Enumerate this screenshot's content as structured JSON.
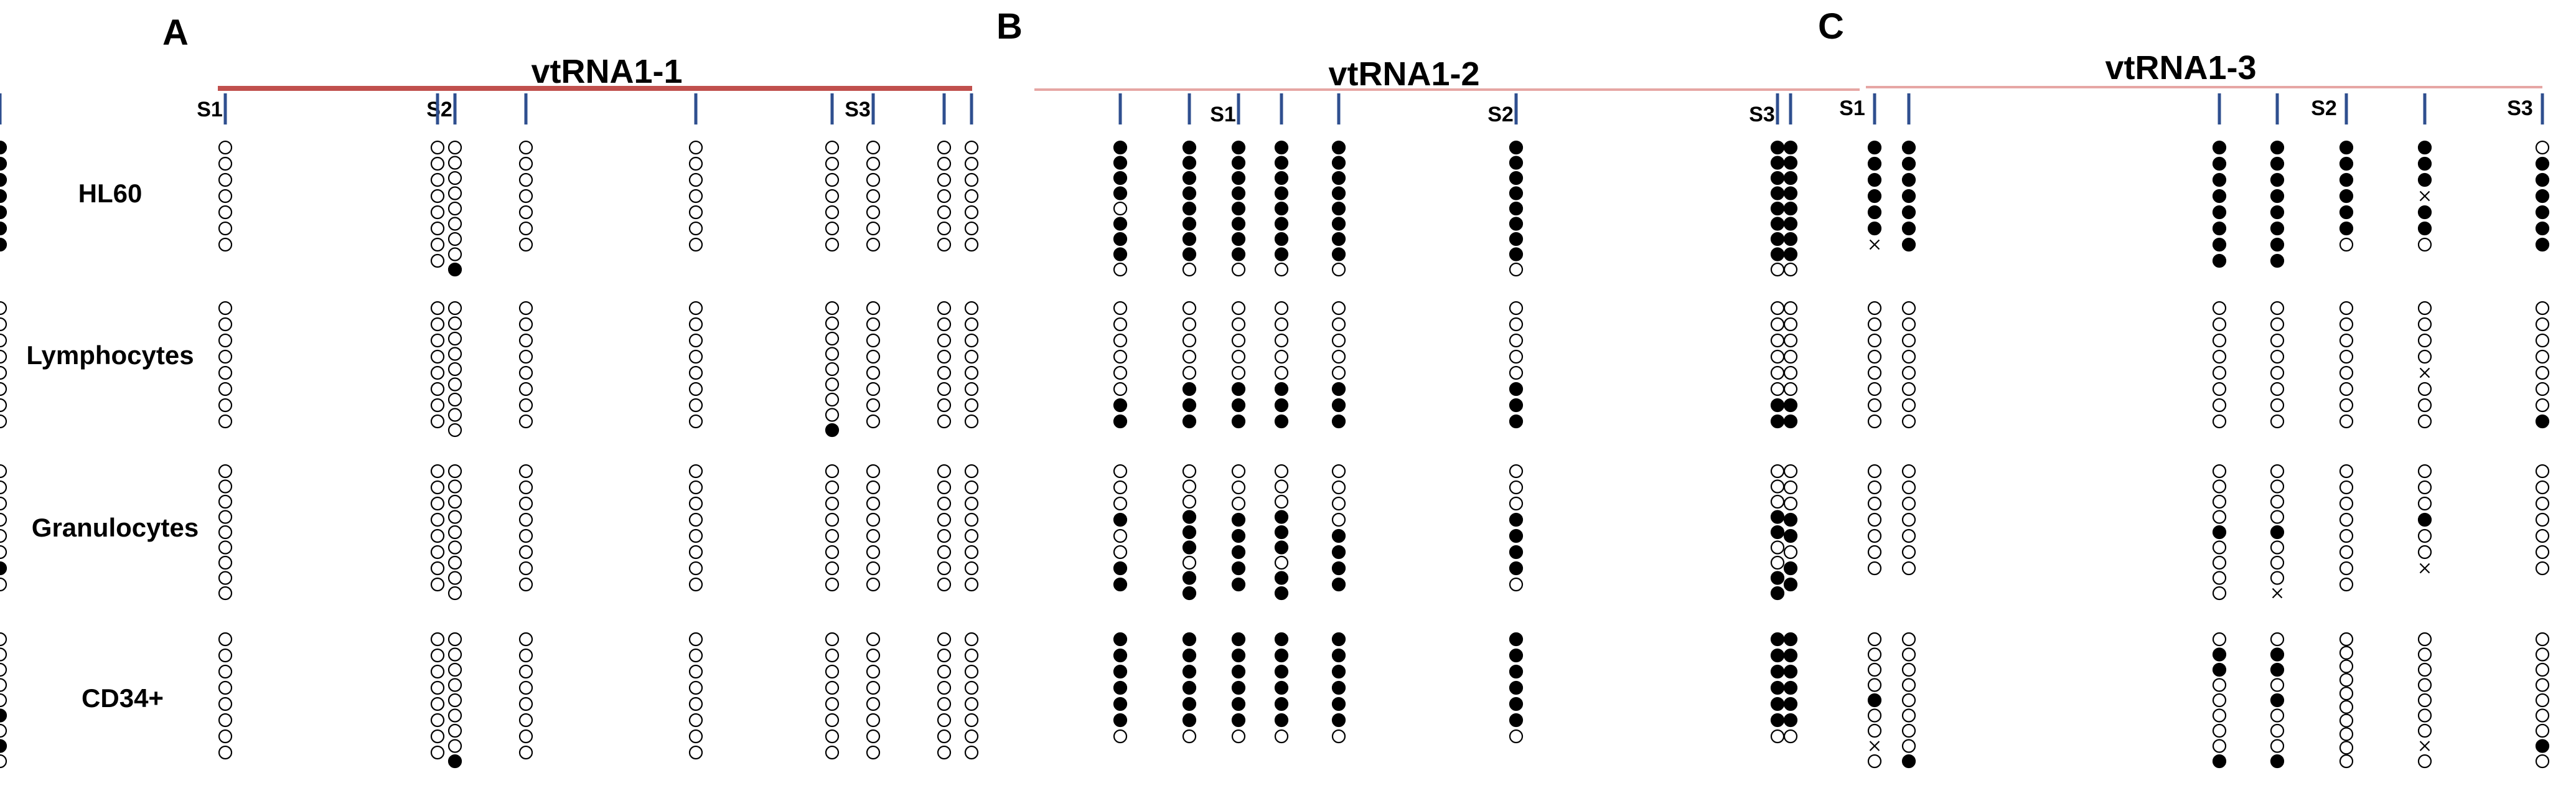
{
  "row_labels": [
    "HL60",
    "Lymphocytes",
    "Granulocytes",
    "CD34+"
  ],
  "panels": [
    {
      "letter": "A",
      "title": "vtRNA1-1",
      "line_color": "#c0504d",
      "site_labels": [
        {
          "text": "S1",
          "col": 0
        },
        {
          "text": "S2",
          "col": 2
        },
        {
          "text": "S3",
          "col": 6
        }
      ],
      "columns": [
        [
          "0000000",
          "00000000",
          "000000000",
          "00000000"
        ],
        [
          "00000000",
          "00000000",
          "00000000",
          "00000000"
        ],
        [
          "000000001",
          "000000000",
          "000000000",
          "000000001"
        ],
        [
          "0000000",
          "00000000",
          "00000000",
          "00000000"
        ],
        [
          "0000000",
          "00000000",
          "00000000",
          "00000000"
        ],
        [
          "0000000",
          "000000001",
          "00000000",
          "00000000"
        ],
        [
          "0000000",
          "00000000",
          "00000000",
          "00000000"
        ],
        [
          "0000000",
          "00000000",
          "00000000",
          "00000000"
        ],
        [
          "0000000",
          "00000000",
          "00000000",
          "00000000"
        ]
      ]
    },
    {
      "letter": "B",
      "title": "vtRNA1-2",
      "line_color": "#e6a6a4",
      "site_labels": [
        {
          "text": "S1",
          "col": 2
        },
        {
          "text": "S2",
          "col": 5
        },
        {
          "text": "S3",
          "col": 6
        }
      ],
      "columns": [
        [
          "111101110",
          "00000011",
          "00010011",
          "1111110"
        ],
        [
          "111111110",
          "00000111",
          "000111011",
          "1111110"
        ],
        [
          "111111110",
          "00000111",
          "00011111",
          "1111110"
        ],
        [
          "111111110",
          "00000111",
          "000111011",
          "1111110"
        ],
        [
          "111111110",
          "00000111",
          "00001111",
          "1111110"
        ],
        [
          "111111110",
          "00000111",
          "00011110",
          "1111110"
        ],
        [
          "111111110",
          "00000011",
          "000110011",
          "1111110"
        ],
        [
          "111111110",
          "00000011",
          "00011011",
          "1111110"
        ]
      ]
    },
    {
      "letter": "C",
      "title": "vtRNA1-3",
      "line_color": "#e6a6a4",
      "site_labels": [
        {
          "text": "S1",
          "col": 0
        },
        {
          "text": "S2",
          "col": 4
        },
        {
          "text": "S3",
          "col": 6
        }
      ],
      "columns": [
        [
          "111111x",
          "00000000",
          "0000000",
          "0000100x0"
        ],
        [
          "1111111",
          "00000000",
          "0000000",
          "000000001"
        ],
        [
          "11111111",
          "00000000",
          "000010000",
          "011000001"
        ],
        [
          "11111111",
          "00000000",
          "00001000x",
          "011010001"
        ],
        [
          "1111110",
          "00000000",
          "00000000",
          "0000000000"
        ],
        [
          "111x110",
          "0000x000",
          "000100x",
          "0000000x0"
        ],
        [
          "0111111",
          "00000001",
          "0000000",
          "000000010"
        ],
        [
          "1111111",
          "00000000",
          "00000010",
          "000001010"
        ]
      ]
    }
  ]
}
